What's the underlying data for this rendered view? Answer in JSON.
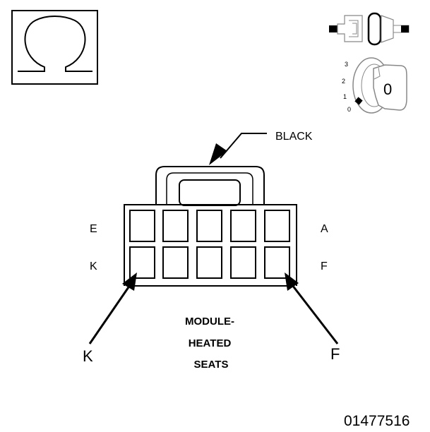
{
  "symbol": {
    "icon": "ohmmeter-icon"
  },
  "ignition": {
    "icon": "ignition-key-icon",
    "positions": [
      "3",
      "2",
      "1",
      "0"
    ],
    "key_label": "0"
  },
  "connector": {
    "color_label": "BLACK",
    "row_labels": {
      "top_left": "E",
      "top_right": "A",
      "bottom_left": "K",
      "bottom_right": "F"
    },
    "pointer_left": "K",
    "pointer_right": "F",
    "component_name": [
      "MODULE-",
      "HEATED",
      "SEATS"
    ]
  },
  "figure_number": "01477516"
}
